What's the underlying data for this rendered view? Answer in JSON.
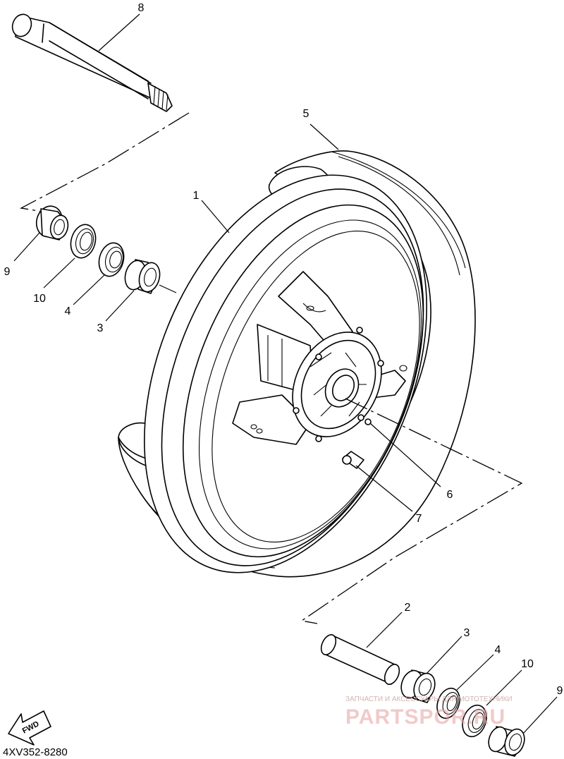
{
  "diagram_code": "4XV352-8280",
  "direction_label": "FWD",
  "watermark": {
    "tagline": "ЗАПЧАСТИ И АКСЕССУАРЫ ДЛЯ МОТОТЕХНИКИ",
    "brand": "PARTSPOR.RU"
  },
  "callouts": {
    "wheel": "1",
    "spacer": "2",
    "bearing_left": "3",
    "bearing_right": "3",
    "oil_seal_left": "4",
    "oil_seal_right": "4",
    "tire": "5",
    "disc_bolt": "6",
    "valve": "7",
    "axle": "8",
    "collar_left": "9",
    "collar_right": "9",
    "seal_left": "10",
    "seal_right": "10"
  }
}
